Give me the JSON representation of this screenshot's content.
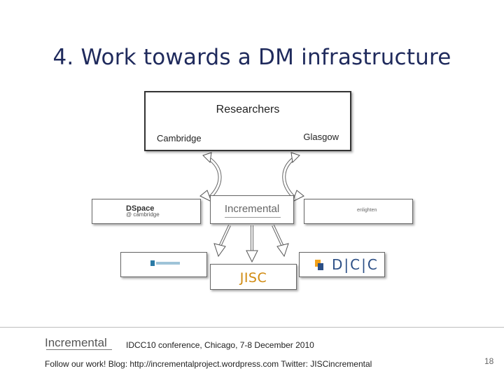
{
  "slide": {
    "title": "4. Work towards a DM infrastructure",
    "page_number": "18"
  },
  "diagram": {
    "researchers": {
      "label": "Researchers",
      "left_label": "Cambridge",
      "right_label": "Glasgow"
    },
    "dspace": {
      "logo_main": "DSpace",
      "logo_sub": "@ cambridge"
    },
    "incremental": {
      "logo": "Incremental"
    },
    "enlighten": {
      "logo": "enlighten"
    },
    "jisc": {
      "logo": "JISC"
    },
    "dcc": {
      "logo": "D|C|C"
    }
  },
  "footer": {
    "logo": "Incremental",
    "conference": "IDCC10 conference, Chicago, 7-8 December 2010",
    "follow": "Follow our work! Blog: http://incrementalproject.wordpress.com   Twitter: JISCincremental"
  },
  "colors": {
    "title": "#1f2a5c",
    "jisc": "#d08a10",
    "dcc_blue": "#2c4f86",
    "dcc_orange": "#f3a21a"
  }
}
